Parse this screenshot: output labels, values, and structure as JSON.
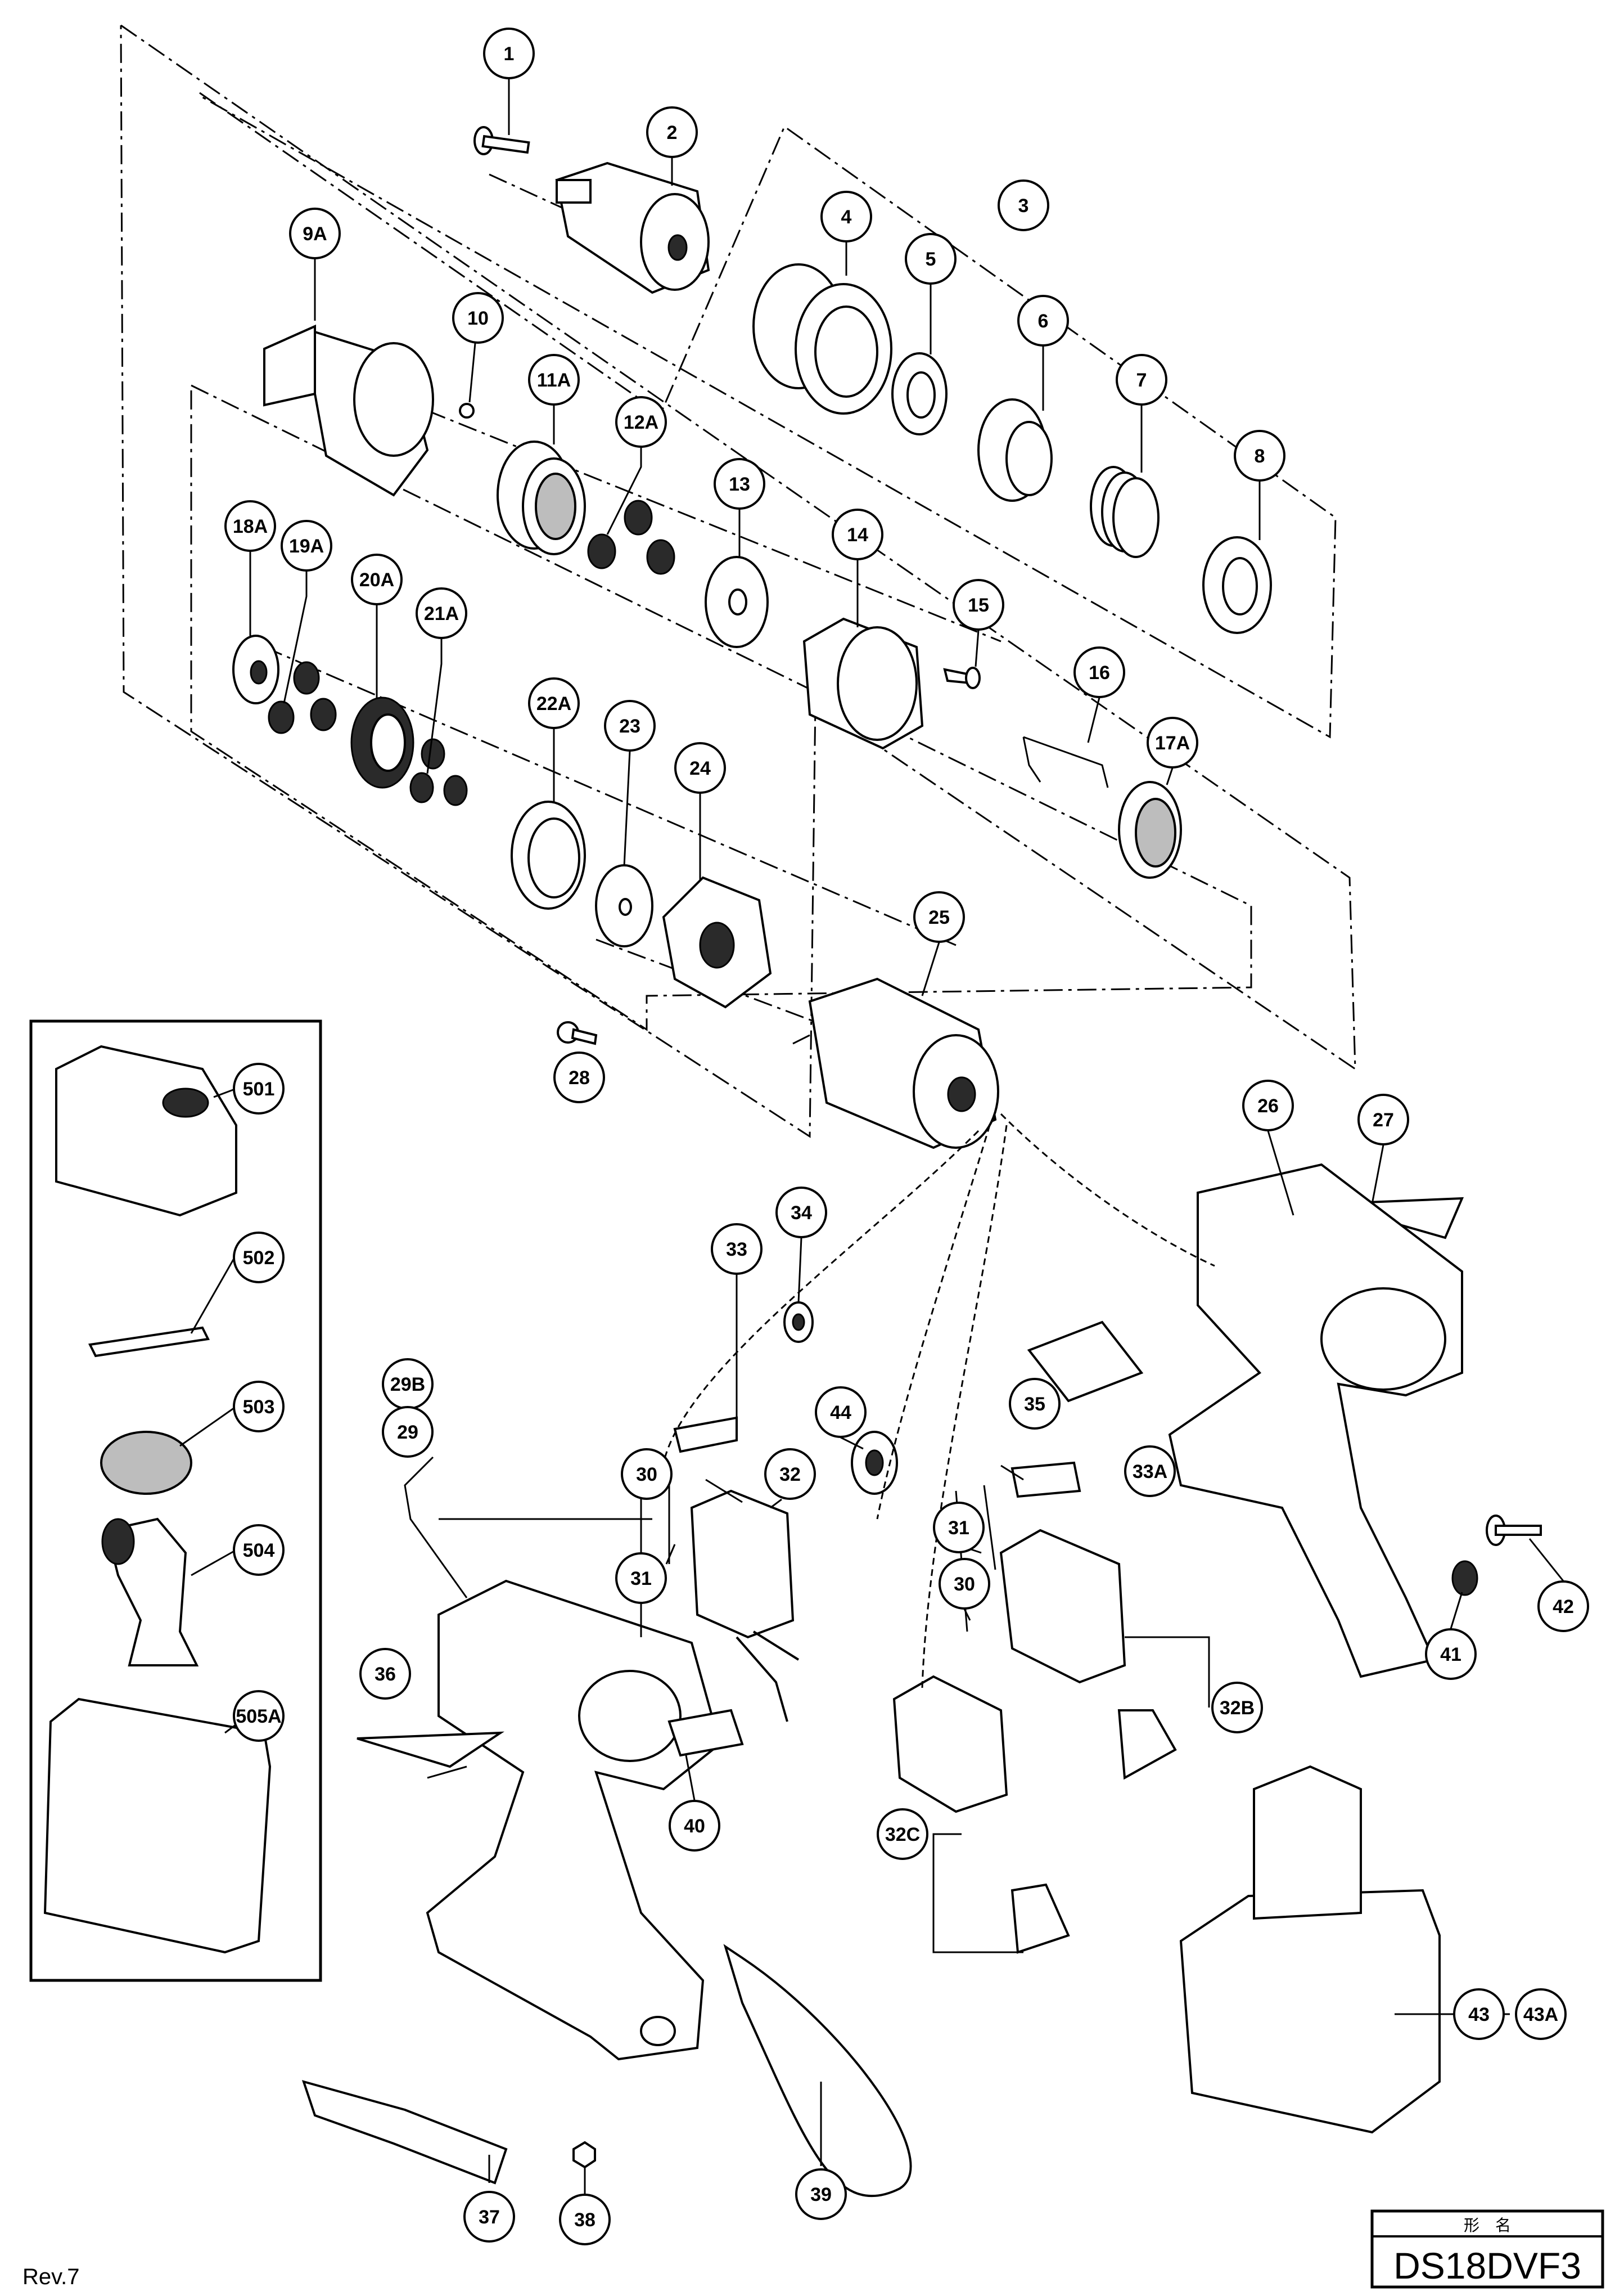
{
  "revision": "Rev.7",
  "model_box": {
    "label_jp": "形　名",
    "model": "DS18DVF3"
  },
  "callouts": [
    {
      "id": "1",
      "label": "1"
    },
    {
      "id": "2",
      "label": "2"
    },
    {
      "id": "3",
      "label": "3"
    },
    {
      "id": "4",
      "label": "4"
    },
    {
      "id": "5",
      "label": "5"
    },
    {
      "id": "6",
      "label": "6"
    },
    {
      "id": "7",
      "label": "7"
    },
    {
      "id": "8",
      "label": "8"
    },
    {
      "id": "9A",
      "label": "9A"
    },
    {
      "id": "10",
      "label": "10"
    },
    {
      "id": "11A",
      "label": "11A"
    },
    {
      "id": "12A",
      "label": "12A"
    },
    {
      "id": "13",
      "label": "13"
    },
    {
      "id": "14",
      "label": "14"
    },
    {
      "id": "15",
      "label": "15"
    },
    {
      "id": "16",
      "label": "16"
    },
    {
      "id": "17A",
      "label": "17A"
    },
    {
      "id": "18A",
      "label": "18A"
    },
    {
      "id": "19A",
      "label": "19A"
    },
    {
      "id": "20A",
      "label": "20A"
    },
    {
      "id": "21A",
      "label": "21A"
    },
    {
      "id": "22A",
      "label": "22A"
    },
    {
      "id": "23",
      "label": "23"
    },
    {
      "id": "24",
      "label": "24"
    },
    {
      "id": "25",
      "label": "25"
    },
    {
      "id": "26",
      "label": "26"
    },
    {
      "id": "27",
      "label": "27"
    },
    {
      "id": "28",
      "label": "28"
    },
    {
      "id": "29B",
      "label": "29B"
    },
    {
      "id": "29",
      "label": "29"
    },
    {
      "id": "30a",
      "label": "30"
    },
    {
      "id": "31a",
      "label": "31"
    },
    {
      "id": "32",
      "label": "32"
    },
    {
      "id": "33",
      "label": "33"
    },
    {
      "id": "34",
      "label": "34"
    },
    {
      "id": "35",
      "label": "35"
    },
    {
      "id": "36",
      "label": "36"
    },
    {
      "id": "37",
      "label": "37"
    },
    {
      "id": "38",
      "label": "38"
    },
    {
      "id": "39",
      "label": "39"
    },
    {
      "id": "40",
      "label": "40"
    },
    {
      "id": "41",
      "label": "41"
    },
    {
      "id": "42",
      "label": "42"
    },
    {
      "id": "43",
      "label": "43"
    },
    {
      "id": "43A",
      "label": "43A"
    },
    {
      "id": "44",
      "label": "44"
    },
    {
      "id": "31b",
      "label": "31"
    },
    {
      "id": "30b",
      "label": "30"
    },
    {
      "id": "33A",
      "label": "33A"
    },
    {
      "id": "32B",
      "label": "32B"
    },
    {
      "id": "32C",
      "label": "32C"
    },
    {
      "id": "501",
      "label": "501"
    },
    {
      "id": "502",
      "label": "502"
    },
    {
      "id": "503",
      "label": "503"
    },
    {
      "id": "504",
      "label": "504"
    },
    {
      "id": "505A",
      "label": "505A"
    }
  ]
}
